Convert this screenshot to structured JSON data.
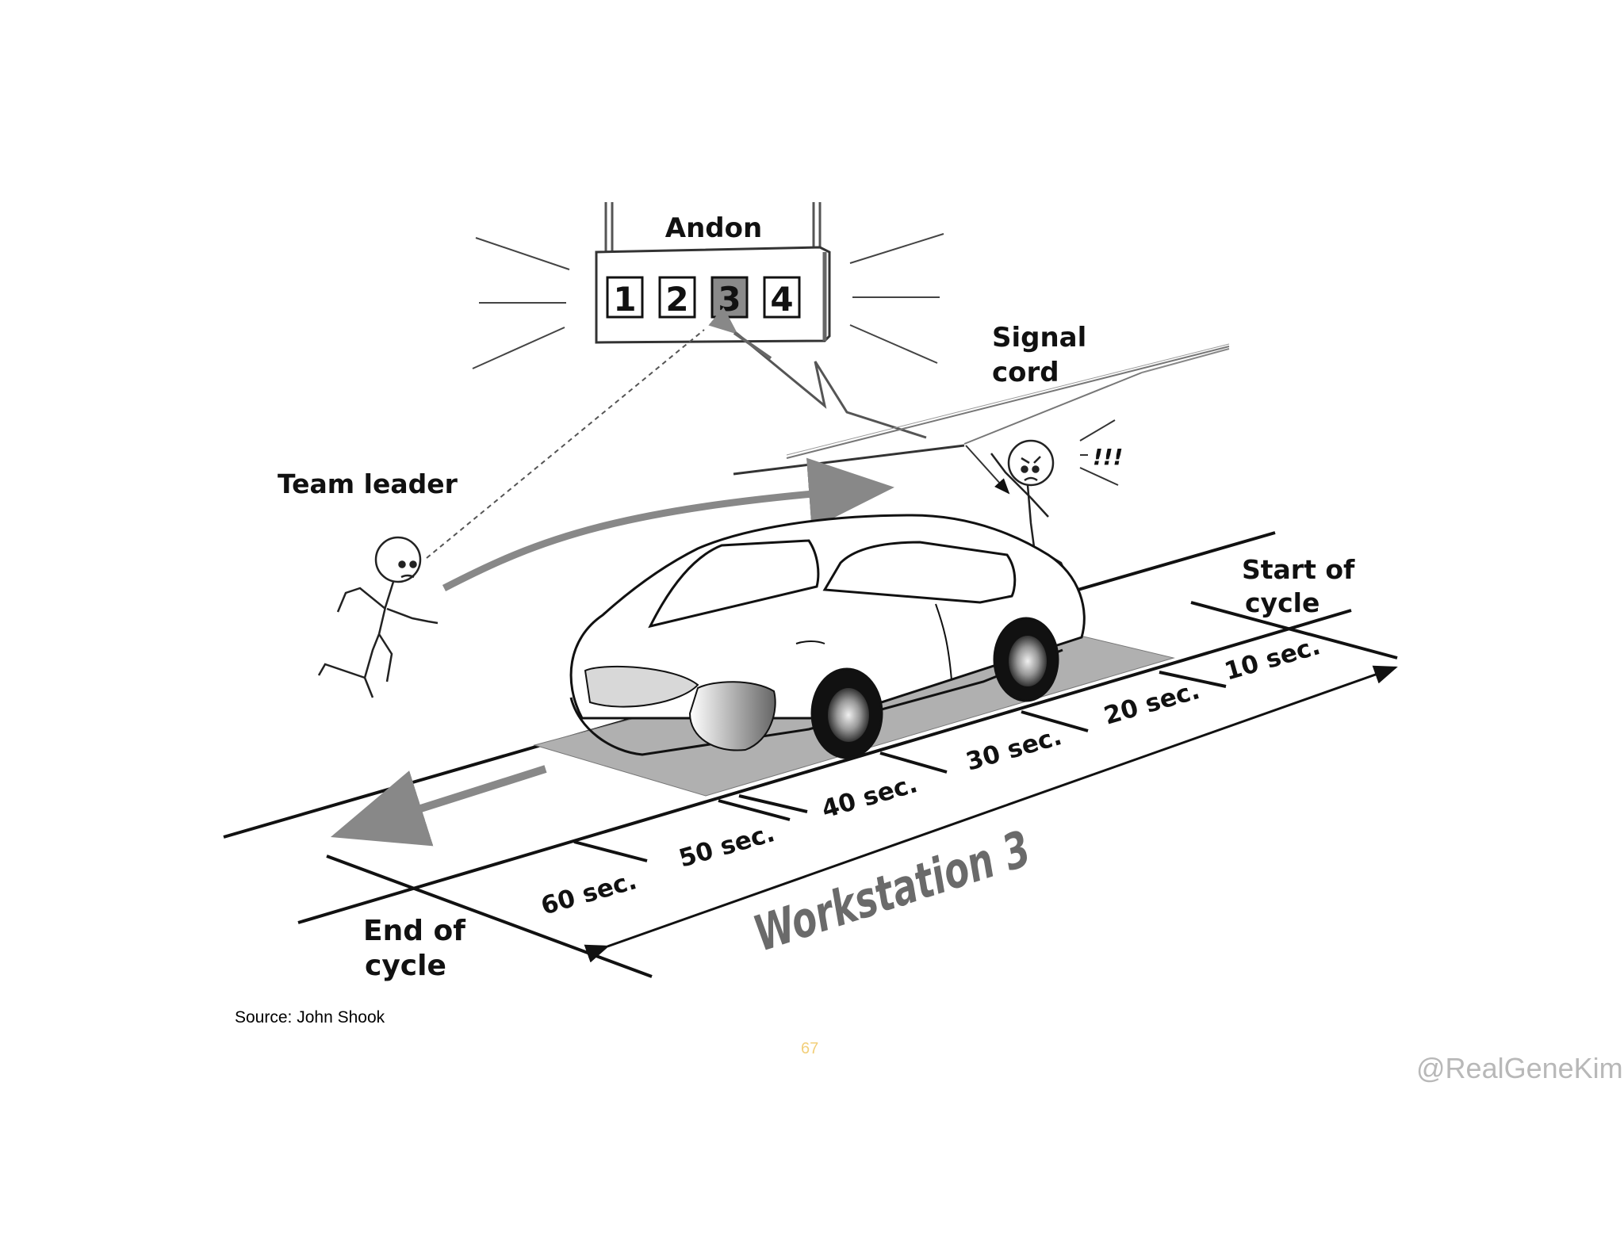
{
  "diagram": {
    "andon_label": "Andon",
    "andon_lights": [
      "1",
      "2",
      "3",
      "4"
    ],
    "active_light": "3",
    "signal_cord_label": [
      "Signal",
      "cord"
    ],
    "team_leader_label": "Team leader",
    "exclaim": "!!!",
    "start_label": [
      "Start of",
      "cycle"
    ],
    "end_label": [
      "End of",
      "cycle"
    ],
    "workstation_label": "Workstation 3",
    "time_marks": [
      "10 sec.",
      "20 sec.",
      "30 sec.",
      "40 sec.",
      "50 sec.",
      "60 sec."
    ]
  },
  "footer": {
    "source": "Source: John Shook",
    "page_number": "67",
    "handle": "@RealGeneKim"
  }
}
